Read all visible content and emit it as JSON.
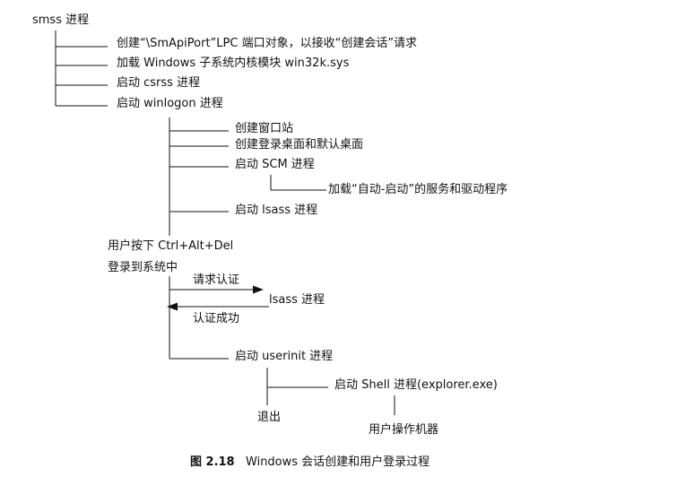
{
  "diagram": {
    "root": "smss 进程",
    "smss_children": [
      "创建“\\SmApiPort”LPC 端口对象，以接收“创建会话”请求",
      "加载 Windows 子系统内核模块 win32k.sys",
      "启动 csrss 进程",
      "启动 winlogon 进程"
    ],
    "winlogon_children": [
      "创建窗口站",
      "创建登录桌面和默认桌面",
      "启动 SCM 进程",
      "启动 lsass 进程"
    ],
    "scm_child": "加载“自动-启动”的服务和驱动程序",
    "user_action": "用户按下 Ctrl+Alt+Del",
    "login": "登录到系统中",
    "auth_request": "请求认证",
    "lsass": "lsass 进程",
    "auth_success": "认证成功",
    "userinit": "启动 userinit 进程",
    "shell": "启动 Shell 进程(explorer.exe)",
    "exit": "退出",
    "shell_user": "用户操作机器"
  },
  "caption": {
    "label": "图 2.18",
    "title": "Windows 会话创建和用户登录过程"
  },
  "colors": {
    "ink": "#111111",
    "background": "#ffffff"
  }
}
